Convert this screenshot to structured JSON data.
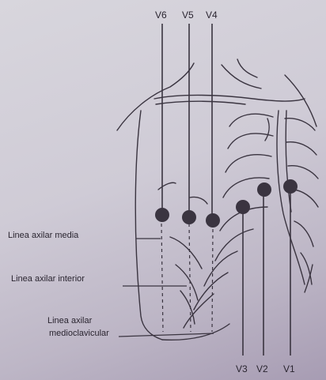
{
  "leads_top": [
    {
      "id": "v6",
      "label": "V6"
    },
    {
      "id": "v5",
      "label": "V5"
    },
    {
      "id": "v4",
      "label": "V4"
    }
  ],
  "leads_bottom": [
    {
      "id": "v3",
      "label": "V3"
    },
    {
      "id": "v2",
      "label": "V2"
    },
    {
      "id": "v1",
      "label": "V1"
    }
  ],
  "annotations": {
    "axilar_media": "Linea axilar media",
    "axilar_anterior": "Linea axilar interior",
    "medioclavicular_line1": "Linea axilar",
    "medioclavicular_line2": "medioclavicular"
  },
  "colors": {
    "ink": "#2a2530",
    "electrode": "#3a3440"
  }
}
